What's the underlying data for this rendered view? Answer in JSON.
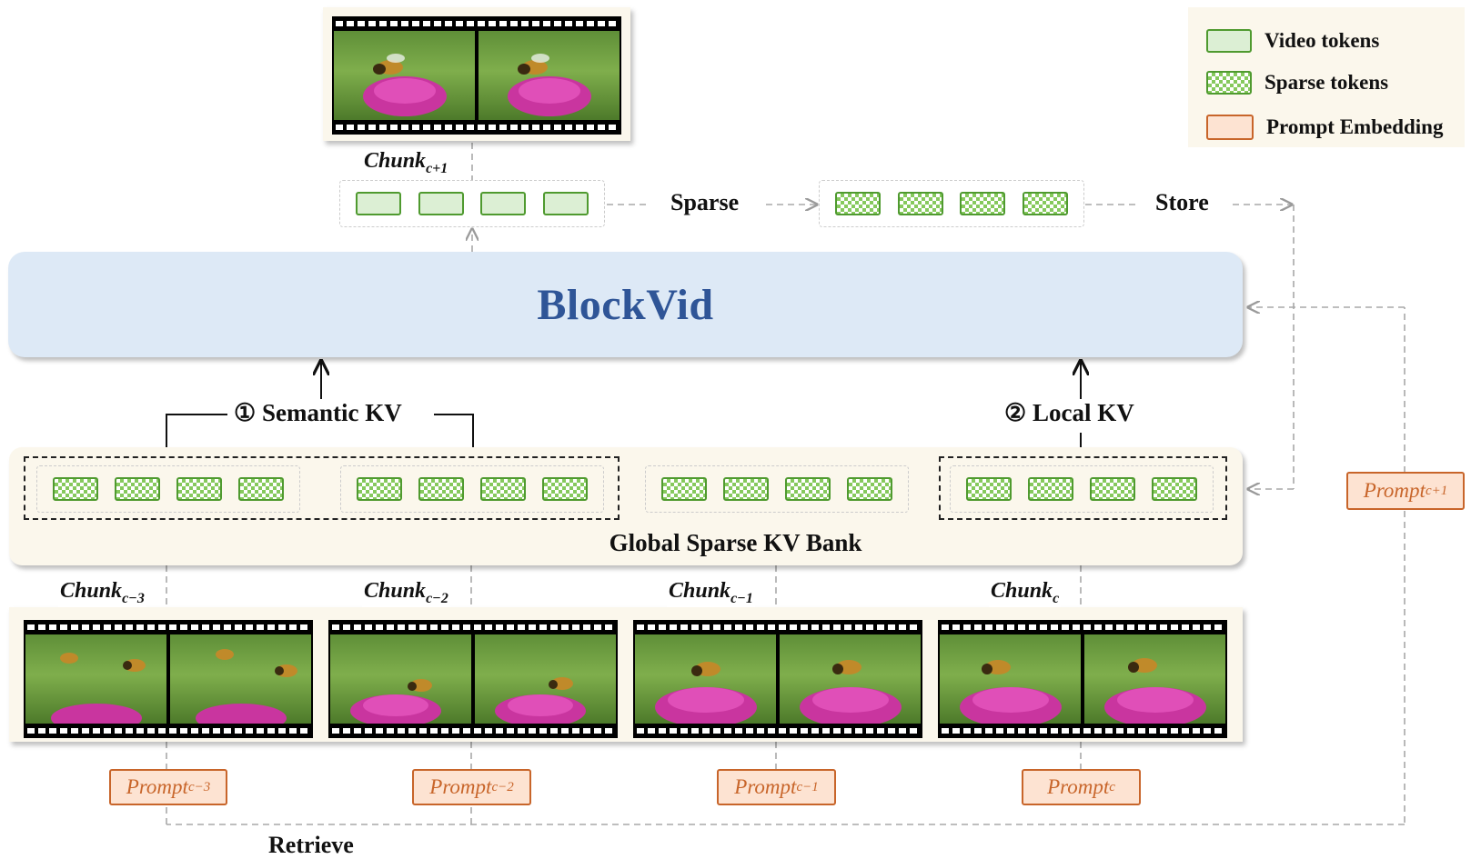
{
  "legend": {
    "video_tokens": "Video tokens",
    "sparse_tokens": "Sparse tokens",
    "prompt_embedding": "Prompt Embedding"
  },
  "model": {
    "name": "BlockVid"
  },
  "flow": {
    "sparse": "Sparse",
    "store": "Store",
    "retrieve": "Retrieve"
  },
  "kv": {
    "semantic": "① Semantic KV",
    "local": "② Local KV"
  },
  "bank": {
    "title": "Global Sparse KV Bank"
  },
  "chunks": {
    "next": {
      "base": "Chunk",
      "sub": "c+1"
    },
    "items": [
      {
        "base": "Chunk",
        "sub": "c−3"
      },
      {
        "base": "Chunk",
        "sub": "c−2"
      },
      {
        "base": "Chunk",
        "sub": "c−1"
      },
      {
        "base": "Chunk",
        "sub": "c"
      }
    ]
  },
  "prompts": {
    "next": {
      "base": "Prompt",
      "sub": "c+1"
    },
    "items": [
      {
        "base": "Prompt",
        "sub": "c−3"
      },
      {
        "base": "Prompt",
        "sub": "c−2"
      },
      {
        "base": "Prompt",
        "sub": "c−1"
      },
      {
        "base": "Prompt",
        "sub": "c"
      }
    ]
  },
  "colors": {
    "blockvid_fill": "#dde9f6",
    "blockvid_text": "#2f5597",
    "token_border": "#4f9a2f",
    "video_token_fill": "#dcefd4",
    "sparse_check": "#86c95d",
    "prompt_border": "#c8652a",
    "prompt_fill": "#fde3d2",
    "panel_fill": "#fbf7ec"
  }
}
